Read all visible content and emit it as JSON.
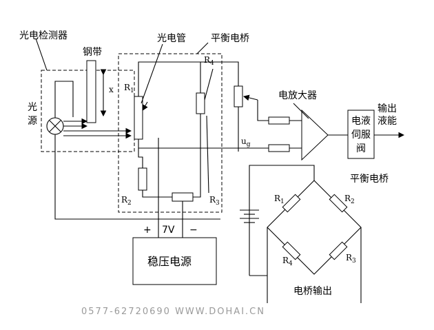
{
  "labels": {
    "detector": "光电检测器",
    "steel_strip": "钢带",
    "photo_tube": "光电管",
    "balance_bridge": "平衡电桥",
    "light_source_1": "光",
    "light_source_2": "源",
    "displacement": "x",
    "r1": "R",
    "r1_sub": "1",
    "r2": "R",
    "r2_sub": "2",
    "r3": "R",
    "r3_sub": "3",
    "r4": "R",
    "r4_sub": "4",
    "ug": "u",
    "ug_sub": "g",
    "amplifier": "电放大器",
    "servo_1": "电液",
    "servo_2": "伺服",
    "servo_3": "阀",
    "output_1": "输出",
    "output_2": "液能",
    "plus": "+",
    "voltage": "7V",
    "minus": "−",
    "power_supply": "稳压电源",
    "bridge_title": "平衡电桥",
    "bridge_output": "电桥输出",
    "watermark": "0577-62720690   WWW.DOHAI.CN"
  }
}
